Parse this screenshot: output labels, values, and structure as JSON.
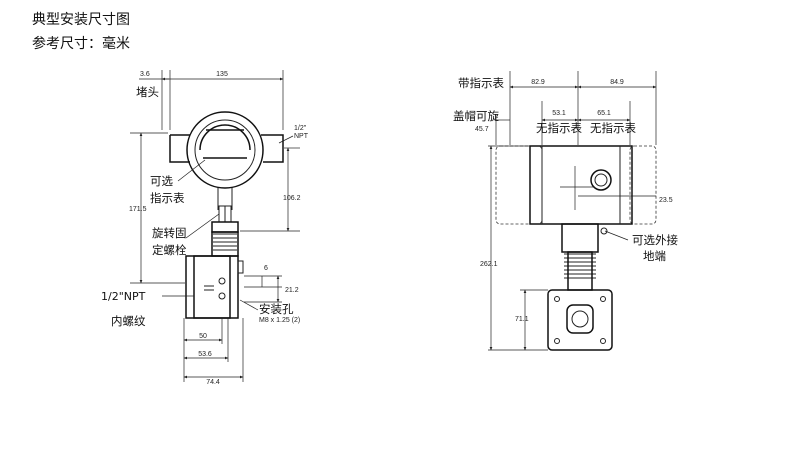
{
  "header": {
    "title": "典型安装尺寸图",
    "subtitle": "参考尺寸：毫米"
  },
  "left_view": {
    "labels": {
      "plug": "堵头",
      "optional": "可选",
      "indicator": "指示表",
      "rotate": "旋转固",
      "bolt": "定螺栓",
      "npt": "1/2\"NPT",
      "thread": "内螺纹",
      "mount_hole": "安装孔"
    },
    "dims": {
      "d3_6": "3.6",
      "d135": "135",
      "npt_half": "1/2\"",
      "npt_word": "NPT",
      "d171_5": "171.5",
      "d106_2": "106.2",
      "d6": "6",
      "d21_2": "21.2",
      "d50": "50",
      "d53_6": "53.6",
      "d74_4": "74.4",
      "bolt_spec": "M8 x 1.25 (2)"
    }
  },
  "right_view": {
    "labels": {
      "with_indicator": "带指示表",
      "cap_rotatable": "盖帽可旋",
      "no_indicator_1": "无指示表",
      "no_indicator_2": "无指示表",
      "optional_ground": "可选外接",
      "ground_end": "地端"
    },
    "dims": {
      "d82_9": "82.9",
      "d84_9": "84.9",
      "d53_1": "53.1",
      "d65_1": "65.1",
      "d45_7": "45.7",
      "d23_5": "23.5",
      "d262_1": "262.1",
      "d71_1": "71.1"
    }
  }
}
